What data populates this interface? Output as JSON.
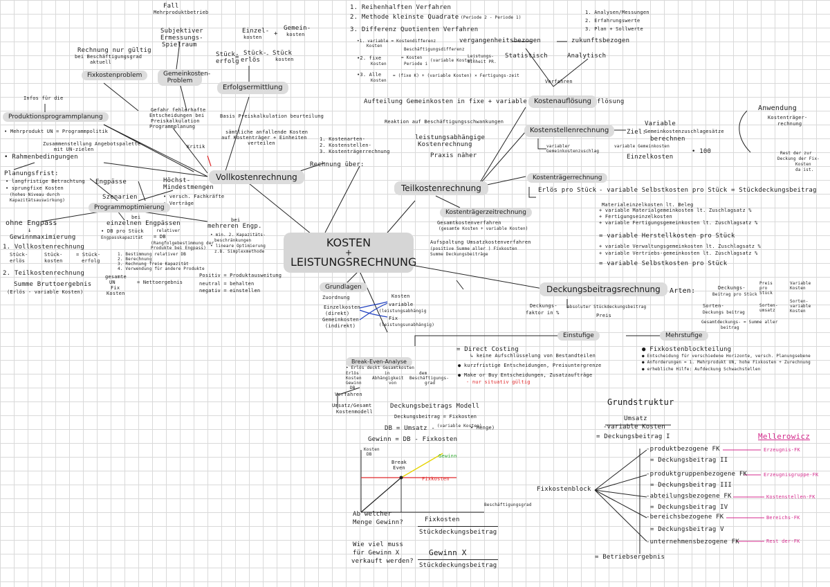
{
  "center": {
    "line1": "KOSTEN",
    "plus": "+",
    "line2": "LEISTUNGSRECHNUNG"
  },
  "voll": {
    "title": "Vollkostenrechnung",
    "fall": "Fall",
    "mehrprodukt": "Mehrproduktbetrieb",
    "subjektiver": "Subjektiver",
    "ermessungs": "Ermessungs-",
    "spielraum": "Spielraum",
    "rechnung_nur": "Rechnung nur gültig",
    "bei_besch": "bei Beschäftigungsgrad",
    "aktuell": "aktuell",
    "fixkostenproblem": "Fixkostenproblem",
    "gemeinkosten_problem": "Gemeinkosten-Problem",
    "gefahr1": "Gefahr fehlerhafte",
    "gefahr2": "Entscheidungen bei",
    "gefahr3": "Preiskalkulation",
    "gefahr4": "Programmplanung",
    "kritik": "Kritik",
    "einzel": "Einzel-",
    "kosten1": "kosten",
    "plus": "+",
    "gemein": "Gemein-",
    "kosten2": "kosten",
    "stueck_erfolg1": "Stück-",
    "stueck_erfolg2": "erfolg",
    "eq1": "=",
    "stueck_erloes1": "Stück-",
    "stueck_erloes2": "erlös",
    "minus": "-",
    "stueck_kosten1": "Stück",
    "stueck_kosten2": "kosten",
    "erfolgsermittlung": "Erfolgsermittlung",
    "basis": "Basis Preiskalkulation beurteilung",
    "saemtliche1": "sämtliche anfallende Kosten",
    "saemtliche2": "auf Kostenträger + Einheiten",
    "saemtliche3": "verteilen",
    "kostenarten": "1. Kostenarten-",
    "kostenstellen": "2. Kostenstellen-",
    "kostentraeger": "3. Kostenträgerrechnung",
    "rechnung_ueber": "Rechnung über:"
  },
  "prog": {
    "infos": "Infos für die",
    "title": "Produktionsprogrammplanung",
    "mehrprodukt": "• Mehrprodukt UN = Programmpolitik",
    "zusammen1": "Zusammenstellung  Angebotspalette",
    "zusammen2": "mit UN-zielen",
    "rahmen": "• Rahmenbedingungen",
    "planungsfrist": "Planungsfrist:",
    "langfristig": "• langfristige Betrachtung",
    "sprungfix": "• sprungfixe Kosten",
    "hohes1": "(hohes Niveau durch",
    "hohes2": "Kapazitätsauswirkung)",
    "engpaesse": "Engpässe",
    "szenarien": "Szenarien",
    "hoechst": "Höchst-",
    "mindest": "Mindestmengen",
    "versch": "• versch. Fachkräfte",
    "vertraege": "• Verträge",
    "programmoptimierung": "Programmoptimierung",
    "bei1": "bei",
    "einzelnen": "einzelnen Engpässen",
    "db_stueck": "• DB pro Stück",
    "relativer": "relativer",
    "engpasskap": "Engpasskapazität",
    "db_rel": "= DB",
    "rangfolge1": "(Rangfolgebestimmung der",
    "rangfolge2": "Produkte bei Engpass)",
    "schritt1": "1. Bestimmung relativer DB",
    "schritt2": "2. Berechnung",
    "schritt3": "3. Rechnung freie Kapazität",
    "schritt4": "4. Verwendung für andere Produkte",
    "bei2": "bei",
    "mehreren": "mehreren Engp.",
    "mind": "• min. 2. Kapazitäts-",
    "beschr": "beschränkungen",
    "lineare": "• lineare Optimierung",
    "simplex": "z.B. Simplexmethode",
    "ohne": "ohne Engpass",
    "arrow": "↓",
    "gewinnmax": "Gewinnmaximierung",
    "vollrechnung": "1. Vollkostenrechnung",
    "stueck_erloes": "Stück-",
    "erloes": "erlös",
    "stueck_k": "Stück-",
    "kosten_k": "kosten",
    "eq_stueck": "= Stück-",
    "erfolg": "erfolg",
    "teilrechnung": "2. Teilkostenrechnung",
    "summe": "Summe Bruttoergebnis",
    "erloes_var": "(Erlös - variable Kosten)",
    "gesamte": "gesamte",
    "un": "UN",
    "fix": "Fix",
    "kosten_f": "Kosten",
    "nettoergebnis": "= Nettoergebnis",
    "positiv": "Positiv = Produktausweitung",
    "neutral": "neutral = behalten",
    "negativ": "negativ = einstellen"
  },
  "top": {
    "verf1": "1. Reihenhalften Verfahren",
    "verf2": "2. Methode kleinste Quadrate",
    "periode": "(Periode 2 - Periode 1)",
    "verf3": "3. Differenz Quotienten Verfahren",
    "analysen1": "1. Analysen/Messungen",
    "analysen2": "2. Erfahrungswerte",
    "analysen3": "3. Plan + Sollwerte",
    "var_kosten1": "•1. variable = Kostendifferenz",
    "var_kosten2": "Kosten",
    "beschdiff": "Beschäftigungsdifferenz",
    "fixe": "•2. fixe",
    "fixe_kosten": "Kosten",
    "fixe_eq": "= Kosten",
    "periode_i": "Periode i",
    "var_kosten_s": "(variable Kosten)",
    "leistung": "Leistungs-",
    "einheit": "einheit PR.",
    "alle": "•3. Alle",
    "alle_kosten": "Kosten",
    "alle_eq": "= (fixe K) + (variable Kosten) × Fertigungs-zeit",
    "vergangen": "vergangenheitsbezogen",
    "zukunft": "zukunftsbezogen",
    "statistisch": "Statistisch",
    "analytisch": "Analytisch",
    "verfahren": "Verfahren",
    "aufteilung": "Aufteilung Gemeinkosten in fixe + variable Kosten = Kostenauflösung",
    "kostenaufloesung": "Kostenauflösung",
    "reaktion": "Reaktion auf Beschäftigungsschwankungen",
    "leistungsabh1": "leistungsabhängige",
    "leistungsabh2": "Kostenrechnung",
    "praxis": "Praxis näher"
  },
  "teil": {
    "title": "Teilkostenrechnung",
    "kostenstellen": "Kostenstellenrechnung",
    "ziel": "Ziel:",
    "variable": "Variable",
    "gemeinkosten_zs": "Gemeinkostenzuschlagesätze",
    "berechnen": "berechnen",
    "variabler": "variabler",
    "gemeink_zs": "Gemeinkostenzuschlag",
    "eq_var": "variable  Gemeinkosten",
    "einzelkosten": "Einzelkosten",
    "x100": "• 100",
    "anwendung": "Anwendung",
    "kostentraeger_r": "Kostenträger-",
    "rechnung": "rechnung",
    "rest": "Rest der zur",
    "deckung": "Deckung der Fix-",
    "kosten": "Kosten",
    "da_ist": "da ist.",
    "ktr_title": "Kostenträgerrechnung",
    "erloes_pro": "Erlös pro Stück",
    "minus_var": "- variable Selbstkosten pro Stück = Stückdeckungsbeitrag",
    "material": "Materialeinzelkosten lt. Beleg",
    "mat_gk": "+ variable Materialgemeinkosten  lt. Zuschlagsatz %",
    "fert_ek": "+ Fertigungseinzelkosten",
    "fert_gk": "+ variable Fertigungsgemeinkosten  lt. Zuschlagsatz %",
    "herstell": "= variable Herstellkosten pro Stück",
    "verw_gk": "+ variable Verwaltungsgemeinkosten lt. Zuschlagsatz %",
    "vertr_gk": "+ variable Vertriebs-gemeinkosten lt. Zuschlagsatz %",
    "selbst": "= variable Selbstkosten pro Stück",
    "kzr": "Kostenträgerzeitrechnung",
    "gesamtkv": "Gesamtkostenverfahren",
    "gesamte_kosten": "(gesamte Kosten + variable Kosten)",
    "aufspaltung": "Aufspaltung Umsatzkostenverfahren",
    "positive": "(positive   Summe  aller    ) Fixkosten",
    "summe": "Summe   Deckungsbeiträge"
  },
  "grund": {
    "title": "Grundlagen",
    "zuordnung": "Zuordnung",
    "kosten": "Kosten",
    "einzelkosten": "Einzelkosten",
    "direkt": "(direkt)",
    "gemeinkosten": "Gemeinkosten",
    "indirekt": "(indirekt)",
    "variable": "variable",
    "leistungsabh": "(leistungsabhängig",
    "fix": "Fix",
    "leistungsunabh": "(leistungsunabhängig)"
  },
  "db": {
    "title": "Deckungsbeitragsrechnung",
    "arten": "Arten:",
    "db_pro": "Deckungs-",
    "beitrag": "Beitrag pro Stück",
    "preis_pro": "Preis pro Stück",
    "variable_k": "Variable Kosten",
    "sorten": "Sorten-",
    "deckungsb": "Deckungs beitrag",
    "sorten_p": "Sorten-umsatz",
    "sorten_k": "Sorten-variable Kosten",
    "gesamt": "Gesamtdeckungs- = Summe aller",
    "beitrag2": "beitrag",
    "faktor1": "Deckungs-",
    "faktor2": "faktor in %",
    "absolut": "absoluter Stückdeckungsbeitrag",
    "preis": "Preis",
    "einstufig": "Einstufige",
    "mehrstufig": "Mehrstufige",
    "direct": "= Direct Costing",
    "keine": "↳ keine Aufschlüsselung von Bestandteilen",
    "kurzfristig": "● kurzfristige Entscheidungen, Preisuntergrenze",
    "make": "● Make or Buy Entscheidungen, Zusatzaufträge",
    "nur": "- nur situativ gültig",
    "fkbl": "● Fixkostenblockteilung",
    "entsch": "● Entscheidung für verschiedene Horizonte, versch. Planungsebene",
    "anford": "● Anforderungen = 1. Mehrprodukt UN, hohe Fixkosten + Zurechnung",
    "erheblich": "● erhebliche Hilfe: Aufdeckung Schwachstellen"
  },
  "bep": {
    "title": "Break-Even-Analyse",
    "erloes": "• Erlös deckt Gesamtkosten",
    "erloes2": "Erlös",
    "kosten": "Kosten",
    "gewinn": "Gewinn",
    "db": "DB",
    "in": "in",
    "abh": "Abhängigkeit",
    "von": "von",
    "dem": "dem",
    "besch": "Beschäftigungs-",
    "grad": "grad",
    "verfahren": "Verfahren",
    "umsatz": "Umsatz/Gesamt",
    "kostenmodell": "Kostenmodell",
    "dbmodell": "Deckungsbeitrags Modell",
    "db_fix": "Deckungsbeitrag = Fixkosten",
    "db_umsatz": "DB = Umsatz -",
    "var_kosten": "(variable Kosten)",
    "menge": "• Menge)",
    "gewinn_eq": "Gewinn = DB - Fixkosten",
    "chart_kosten": "Kosten",
    "chart_db": "DB",
    "chart_gewinn": "Gewinn",
    "chart_be": "Break Even",
    "chart_fix": "Fixkosten",
    "chart_x": "Beschäftigungsgrad",
    "ab1": "Ab welcher",
    "ab2": "Menge Gewinn?",
    "fk": "Fixkosten",
    "sdb": "Stückdeckungsbeitrag",
    "wie1": "Wie viel muss",
    "wie2": "für Gewinn X",
    "wie3": "verkauft werden?",
    "gx": "Gewinn X",
    "sdb2": "Stückdeckungsbeitrag"
  },
  "gs": {
    "title": "Grundstruktur",
    "umsatz": "Umsatz",
    "var": "-variable Kosten",
    "db1": "= Deckungsbeitrag I",
    "fixblock": "Fixkostenblock",
    "p1": "-produktbezogene FK",
    "p1db": "= Deckungsbeitrag II",
    "p2": "-produktgruppenbezogene FK",
    "p2db": "= Deckungsbeitrag III",
    "p3": "-abteilungsbezogene FK",
    "p3db": "= Deckungsbeitrag IV",
    "p4": "-bereichsbezogene FK",
    "p4db": "= Deckungsbeitrag V",
    "p5": "-unternehmensbezogene FK",
    "betrieb": "= Betriebsergebnis",
    "mellerowicz": "Mellerowicz",
    "m1": "Erzeugnis-FK",
    "m2": "Erzeugnisgruppe-FK",
    "m3": "Kostenstellen-FK",
    "m4": "Bereichs-FK",
    "m5": "Rest der-FK"
  },
  "colors": {
    "red": "#e0282a",
    "pink": "#d42a8c",
    "green": "#2aa82a",
    "blue": "#1f3fbf",
    "pill": "#dcdcdc"
  }
}
